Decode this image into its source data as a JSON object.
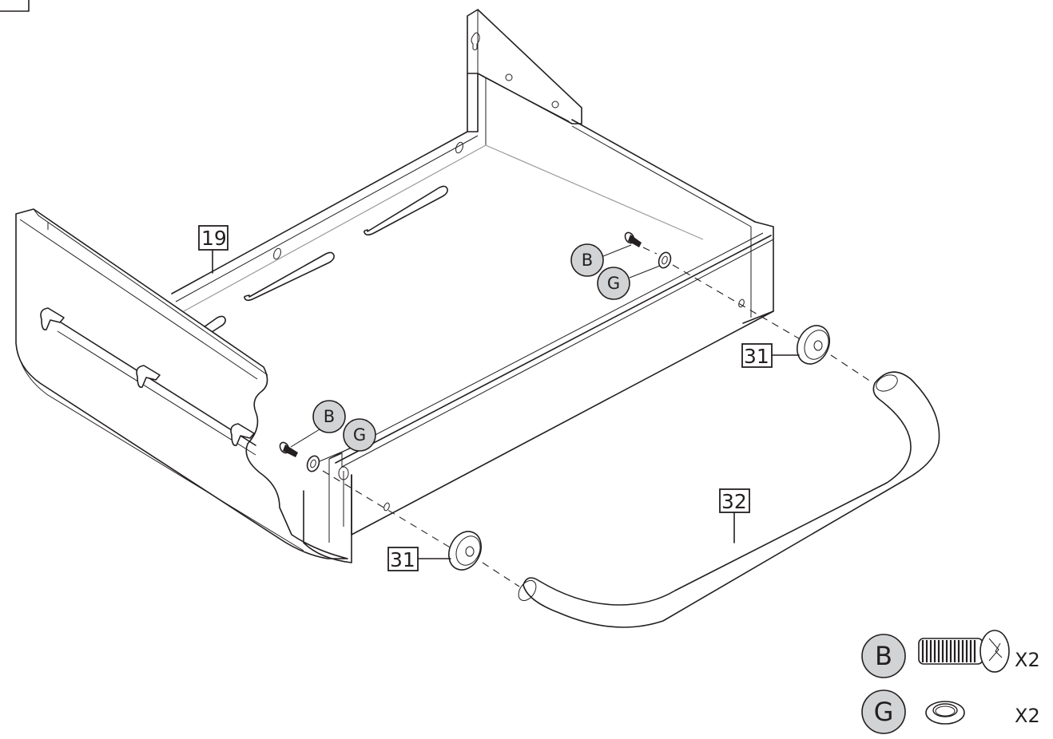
{
  "diagram": {
    "type": "exploded assembly view",
    "parts": [
      {
        "id": "19",
        "label": "19",
        "description": "tray / base assembly"
      },
      {
        "id": "31a",
        "label": "31",
        "description": "spacer cap (front)"
      },
      {
        "id": "31b",
        "label": "31",
        "description": "spacer cap (rear)"
      },
      {
        "id": "32",
        "label": "32",
        "description": "U-shaped handle"
      }
    ],
    "fastener_callouts": [
      {
        "letter": "B",
        "position": "rear"
      },
      {
        "letter": "G",
        "position": "rear"
      },
      {
        "letter": "B",
        "position": "front"
      },
      {
        "letter": "G",
        "position": "front"
      }
    ],
    "hardware_legend": [
      {
        "letter": "B",
        "item": "screw",
        "quantity": "X2"
      },
      {
        "letter": "G",
        "item": "washer",
        "quantity": "X2"
      }
    ],
    "colors": {
      "line": "#231f20",
      "bubble_fill": "#d1d3d4",
      "background": "#ffffff"
    }
  }
}
